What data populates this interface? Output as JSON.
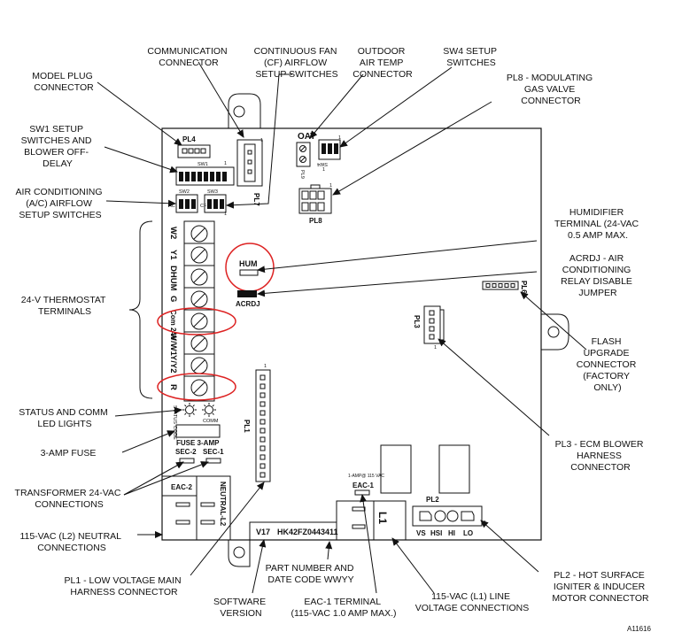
{
  "callouts": {
    "model_plug": [
      "MODEL PLUG",
      "CONNECTOR"
    ],
    "communication": [
      "COMMUNICATION",
      "CONNECTOR"
    ],
    "continuous_fan": [
      "CONTINUOUS FAN",
      "(CF) AIRFLOW",
      "SETUP SWITCHES"
    ],
    "outdoor_air_temp": [
      "OUTDOOR",
      "AIR TEMP",
      "CONNECTOR"
    ],
    "sw4_setup": [
      "SW4 SETUP",
      "SWITCHES"
    ],
    "pl8_modulating": [
      "PL8 - MODULATING",
      "GAS VALVE",
      "CONNECTOR"
    ],
    "sw1_setup": [
      "SW1 SETUP",
      "SWITCHES AND",
      "BLOWER OFF-",
      "DELAY"
    ],
    "ac_airflow": [
      "AIR CONDITIONING",
      "(A/C) AIRFLOW",
      "SETUP SWITCHES"
    ],
    "humidifier": [
      "HUMIDIFIER",
      "TERMINAL (24-VAC",
      "0.5 AMP MAX."
    ],
    "acrdj": [
      "ACRDJ - AIR",
      "CONDITIONING",
      "RELAY DISABLE",
      "JUMPER"
    ],
    "thermostat": [
      "24-V THERMOSTAT",
      "TERMINALS"
    ],
    "flash_upgrade": [
      "FLASH",
      "UPGRADE",
      "CONNECTOR",
      "(FACTORY",
      "ONLY)"
    ],
    "status_comm": [
      "STATUS AND COMM",
      "LED LIGHTS"
    ],
    "fuse": [
      "3-AMP FUSE"
    ],
    "pl3_ecm": [
      "PL3 - ECM BLOWER",
      "HARNESS",
      "CONNECTOR"
    ],
    "transformer": [
      "TRANSFORMER 24-VAC",
      "CONNECTIONS"
    ],
    "neutral": [
      "115-VAC (L2) NEUTRAL",
      "CONNECTIONS"
    ],
    "pl1_low": [
      "PL1 - LOW VOLTAGE MAIN",
      "HARNESS CONNECTOR"
    ],
    "part_number": [
      "PART NUMBER AND",
      "DATE CODE WWYY"
    ],
    "software": [
      "SOFTWARE",
      "VERSION"
    ],
    "eac1_terminal": [
      "EAC-1 TERMINAL",
      "(115-VAC 1.0 AMP MAX.)"
    ],
    "l1_line": [
      "115-VAC (L1) LINE",
      "VOLTAGE CONNECTIONS"
    ],
    "pl2_hot": [
      "PL2 - HOT SURFACE",
      "IGNITER & INDUCER",
      "MOTOR CONNECTOR"
    ]
  },
  "board": {
    "pl4": "PL4",
    "sw1": "SW1",
    "sw2": "SW2",
    "sw3": "SW3",
    "ac": "AC",
    "cf": "CF",
    "pl7": "PL7",
    "oat": "OAT",
    "pl9": "PL9",
    "sw4": "SW4",
    "pl8": "PL8",
    "hum": "HUM",
    "acrdj": "ACRDJ",
    "pl6": "PL6",
    "pl3": "PL3",
    "pl1": "PL1",
    "status_code": [
      "STATUS",
      "CODE"
    ],
    "comm": "COMM",
    "fuse": "FUSE 3-AMP",
    "sec2": "SEC-2",
    "sec1": "SEC-1",
    "eac2": "EAC-2",
    "neutral_l2": "NEUTRAL-L2",
    "eac1_rating": "1-AMP@ 115 VAC",
    "eac1": "EAC-1",
    "l1": "L1",
    "pl2": "PL2",
    "pl2_pins": [
      "VS",
      "HSI",
      "HI",
      "LO"
    ],
    "software_version": "V17",
    "part_number": "HK42FZ0443411",
    "pin_one": "1"
  },
  "terminals": [
    "W2",
    "Y1",
    "DHUM",
    "G",
    "Com 24V",
    "W/W1",
    "Y/Y2",
    "R"
  ],
  "figure_id": "A11616"
}
